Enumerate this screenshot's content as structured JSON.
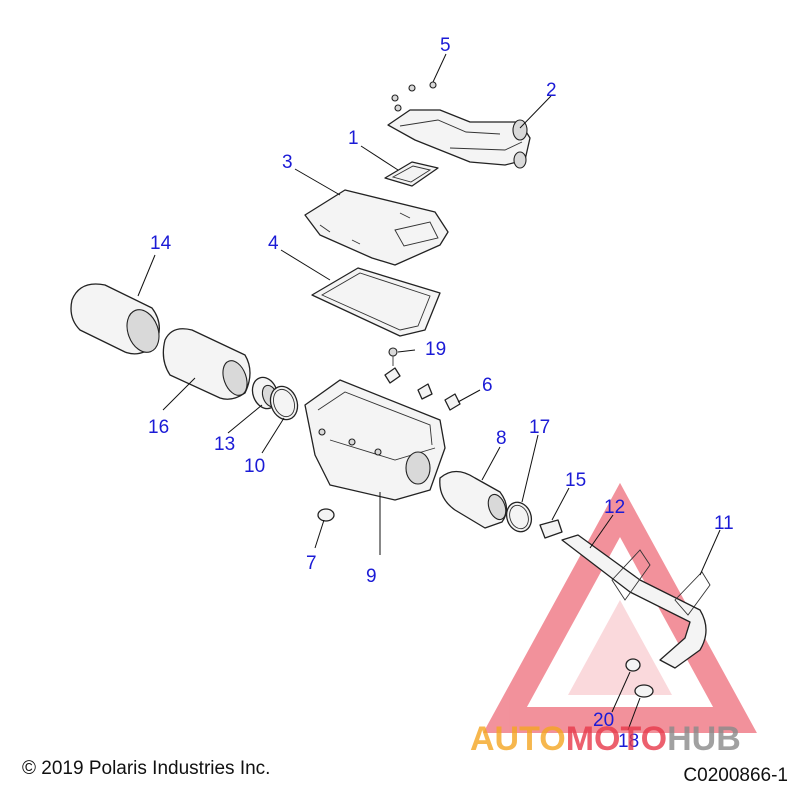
{
  "callouts": [
    {
      "id": "c1",
      "label": "1"
    },
    {
      "id": "c2",
      "label": "2"
    },
    {
      "id": "c3",
      "label": "3"
    },
    {
      "id": "c4",
      "label": "4"
    },
    {
      "id": "c5",
      "label": "5"
    },
    {
      "id": "c6",
      "label": "6"
    },
    {
      "id": "c7",
      "label": "7"
    },
    {
      "id": "c8",
      "label": "8"
    },
    {
      "id": "c9",
      "label": "9"
    },
    {
      "id": "c10",
      "label": "10"
    },
    {
      "id": "c11",
      "label": "11"
    },
    {
      "id": "c12",
      "label": "12"
    },
    {
      "id": "c13",
      "label": "13"
    },
    {
      "id": "c14",
      "label": "14"
    },
    {
      "id": "c15",
      "label": "15"
    },
    {
      "id": "c16",
      "label": "16"
    },
    {
      "id": "c17",
      "label": "17"
    },
    {
      "id": "c18",
      "label": "18"
    },
    {
      "id": "c19",
      "label": "19"
    },
    {
      "id": "c20",
      "label": "20"
    }
  ],
  "watermark": {
    "part1": "AUTO",
    "part2": "MOTO",
    "part3": "HUB",
    "colors": {
      "orange": "#f5a623",
      "red": "#e8394a",
      "gray": "#8a8a8a"
    }
  },
  "footer": {
    "copyright": "© 2019 Polaris Industries Inc.",
    "drawing_id": "C0200866-1"
  },
  "callout_color": "#1b1bd6"
}
